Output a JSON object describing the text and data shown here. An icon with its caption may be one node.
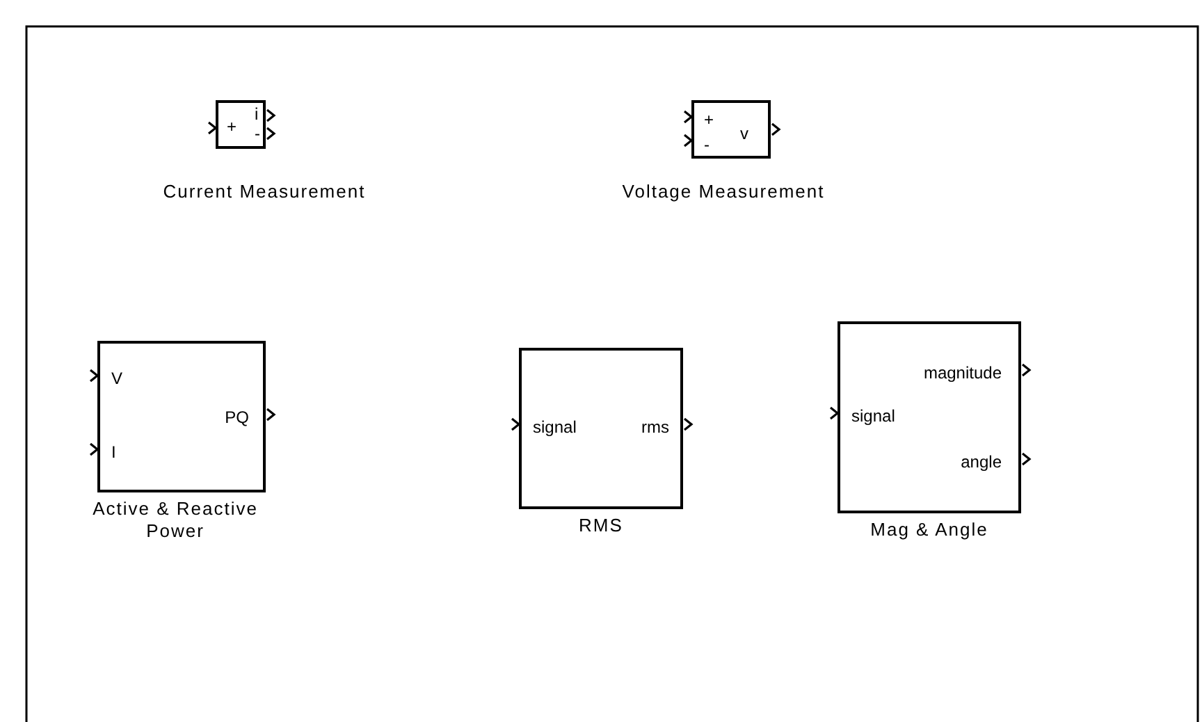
{
  "diagram": {
    "nodes": [
      {
        "text": [
          "+",
          "i",
          "-"
        ],
        "beside": [
          "Current Measurement"
        ]
      },
      {
        "text": [
          "+",
          "-",
          "v"
        ],
        "beside": [
          "Voltage Measurement"
        ]
      },
      {
        "text": [
          "V",
          "I",
          "PQ"
        ],
        "beside": [
          "Active & Reactive Power"
        ]
      },
      {
        "text": [
          "signal",
          "rms"
        ],
        "beside": [
          "RMS"
        ]
      },
      {
        "text": [
          "magnitude",
          "signal",
          "angle"
        ],
        "beside": [
          "Mag & Angle"
        ]
      }
    ]
  }
}
